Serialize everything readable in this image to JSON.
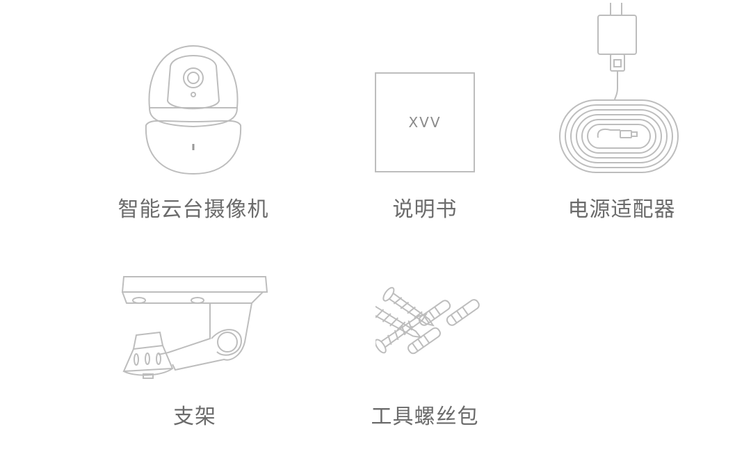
{
  "items": [
    {
      "label": "智能云台摄像机",
      "icon": "camera-icon"
    },
    {
      "label": "说明书",
      "icon": "manual-icon",
      "logo_text": "XVV"
    },
    {
      "label": "电源适配器",
      "icon": "power-adapter-icon"
    },
    {
      "label": "支架",
      "icon": "mount-bracket-icon"
    },
    {
      "label": "工具螺丝包",
      "icon": "screw-kit-icon"
    }
  ]
}
